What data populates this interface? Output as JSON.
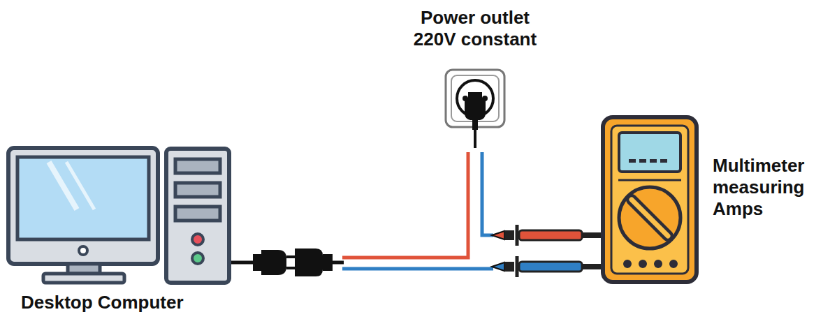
{
  "diagram": {
    "labels": [
      "Power outlet 220V constant",
      "Multimeter measuring Amps",
      "Desktop Computer"
    ]
  }
}
